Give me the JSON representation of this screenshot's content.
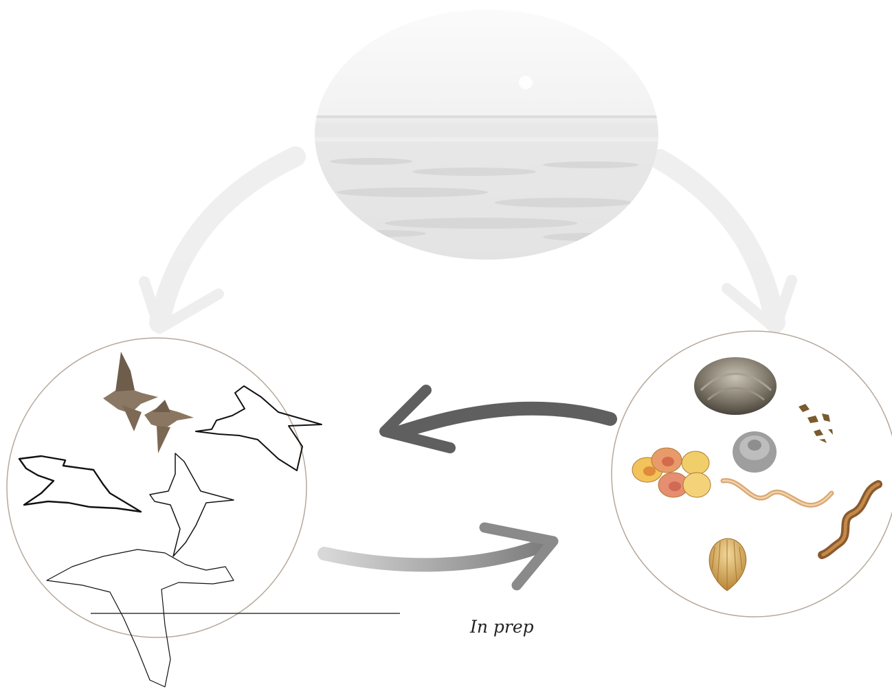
{
  "caption": "In prep",
  "colors": {
    "circle_border": "#b5a89a",
    "arrow_dark": "#5a5a5a",
    "arrow_faint": "#ececec",
    "shell_orange": "#e08a3a",
    "worm_tan": "#d9a774"
  },
  "nodes": [
    {
      "id": "habitat",
      "depicts": "tidal-flat-photo"
    },
    {
      "id": "birds",
      "depicts": "shorebird-silhouettes"
    },
    {
      "id": "prey",
      "depicts": "benthic-invertebrates"
    }
  ],
  "edges": [
    {
      "from": "habitat",
      "to": "birds"
    },
    {
      "from": "habitat",
      "to": "prey"
    },
    {
      "from": "prey",
      "to": "birds"
    },
    {
      "from": "birds",
      "to": "prey"
    }
  ]
}
